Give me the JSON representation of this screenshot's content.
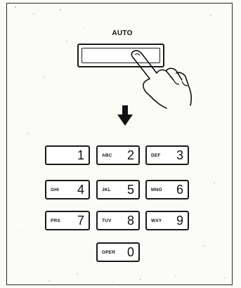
{
  "auto": {
    "label": "AUTO"
  },
  "keypad": {
    "keys": [
      {
        "letters": "",
        "digit": "1"
      },
      {
        "letters": "ABC",
        "digit": "2"
      },
      {
        "letters": "DEF",
        "digit": "3"
      },
      {
        "letters": "GHI",
        "digit": "4"
      },
      {
        "letters": "JKL",
        "digit": "5"
      },
      {
        "letters": "MNO",
        "digit": "6"
      },
      {
        "letters": "PRS",
        "digit": "7"
      },
      {
        "letters": "TUV",
        "digit": "8"
      },
      {
        "letters": "WXY",
        "digit": "9"
      },
      {
        "letters": "OPER",
        "digit": "0"
      }
    ]
  }
}
